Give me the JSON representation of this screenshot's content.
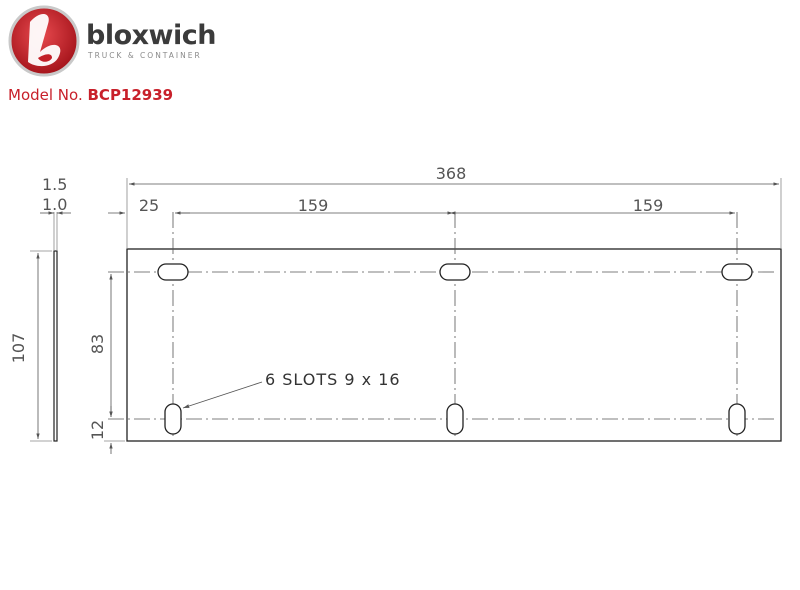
{
  "brand": {
    "name": "bloxwich",
    "tagline": "TRUCK & CONTAINER",
    "colors": {
      "red": "#c8202a",
      "dark": "#3b3b3b",
      "grey": "#8a8a8a"
    },
    "logo_icon": "stylized-b-circle-icon"
  },
  "model": {
    "label": "Model No.",
    "number": "BCP12939"
  },
  "drawing": {
    "dimensions": {
      "overall_length": "368",
      "edge_to_slot": "25",
      "slot_pitch_left": "159",
      "slot_pitch_right": "159",
      "height": "107",
      "slot_vertical_spacing": "83",
      "bottom_slot_offset": "12",
      "thickness_outer": "1.5",
      "thickness_inner": "1.0"
    },
    "note": "6 SLOTS 9 x 16"
  }
}
